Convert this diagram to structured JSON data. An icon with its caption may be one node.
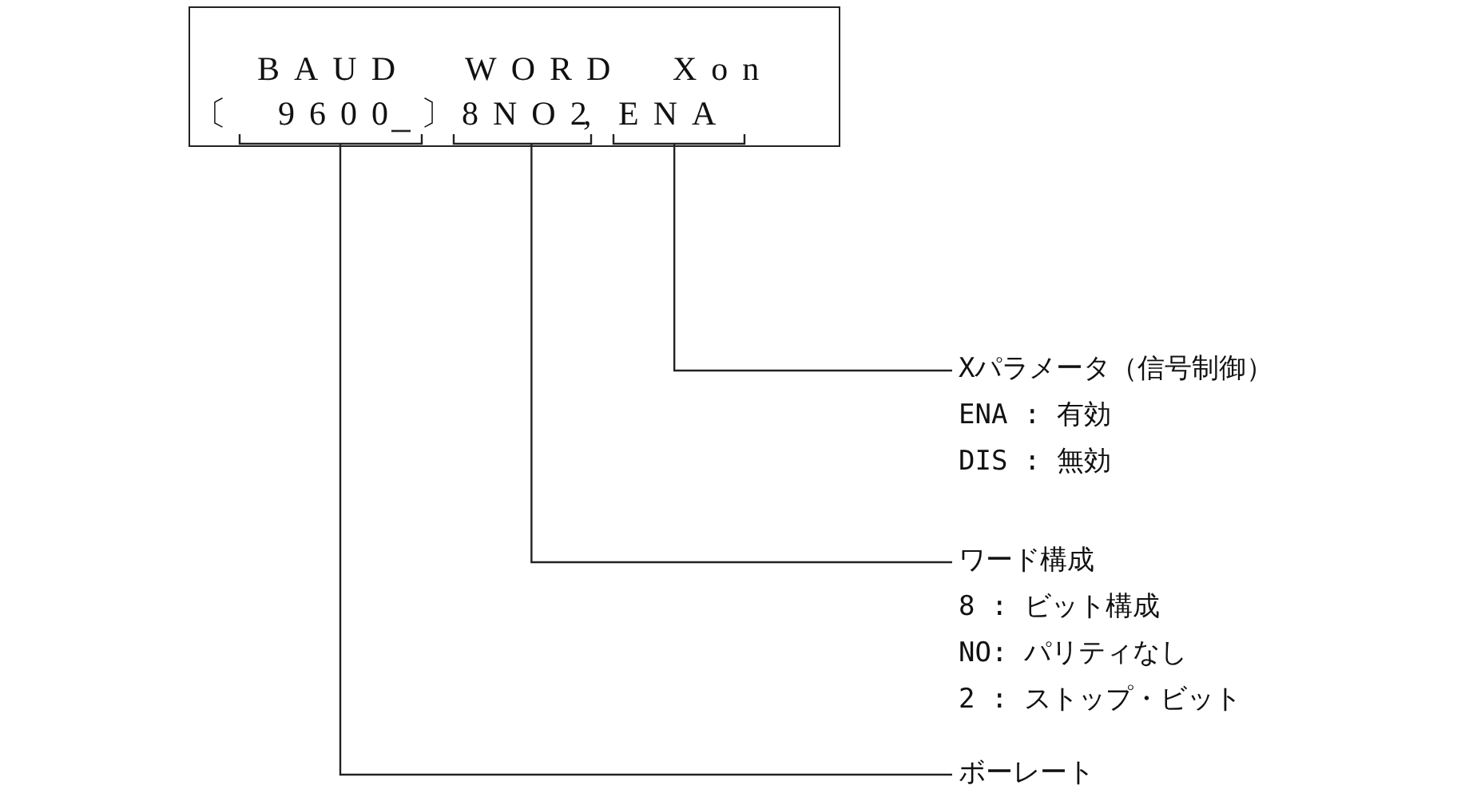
{
  "diagram": {
    "nodes": [
      {
        "text": [],
        "shape": "box"
      },
      {
        "text": [
          "9600"
        ],
        "in": 0
      },
      {
        "text": [
          "8NO2"
        ],
        "in": 0
      },
      {
        "text": [
          "ENA"
        ],
        "in": 0
      },
      {
        "text": [
          "Xパラメータ（信号制御）",
          "ENA : 有効",
          "DIS : 無効"
        ]
      },
      {
        "text": [
          "ワード構成",
          "8 : ビット構成",
          "NO: パリティなし",
          "2 : ストップ・ビット"
        ]
      },
      {
        "text": [
          "ボーレート"
        ]
      }
    ],
    "edges": [
      {
        "from": 4,
        "to": 3,
        "arrow": "none"
      },
      {
        "from": 5,
        "to": 2,
        "arrow": "none"
      },
      {
        "from": 6,
        "to": 1,
        "arrow": "none"
      }
    ],
    "labels": [
      "BAUD",
      "WORD",
      "Xon",
      "〔",
      "〕",
      ","
    ]
  }
}
